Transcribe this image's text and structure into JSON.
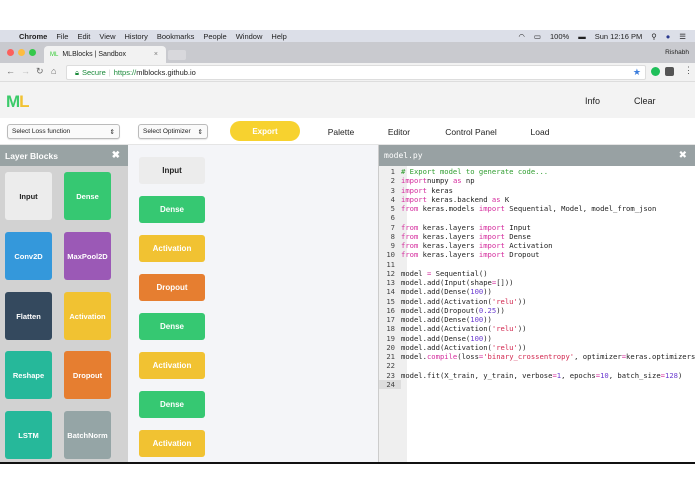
{
  "os_menubar": {
    "app": "Chrome",
    "items": [
      "File",
      "Edit",
      "View",
      "History",
      "Bookmarks",
      "People",
      "Window",
      "Help"
    ],
    "battery": "100%",
    "clock": "Sun 12:16 PM"
  },
  "browser": {
    "tab_title": "MLBlocks | Sandbox",
    "profile": "Rishabh",
    "secure_label": "Secure",
    "url_scheme": "https://",
    "url_host": "mlblocks.github.io"
  },
  "app": {
    "logo": "ML",
    "nav": {
      "info": "Info",
      "clear": "Clear"
    }
  },
  "toolbar": {
    "loss_select": "Select Loss function",
    "optimizer_select": "Select Optimizer",
    "export": "Export",
    "tabs": [
      "Palette",
      "Editor",
      "Control Panel",
      "Load"
    ]
  },
  "layer_blocks": {
    "title": "Layer Blocks",
    "items": [
      {
        "label": "Input",
        "color": "#ececec",
        "text": "#222"
      },
      {
        "label": "Dense",
        "color": "#36c872",
        "text": "#fff"
      },
      {
        "label": "Conv2D",
        "color": "#3498db",
        "text": "#fff"
      },
      {
        "label": "MaxPool2D",
        "color": "#9b59b6",
        "text": "#fff"
      },
      {
        "label": "Flatten",
        "color": "#34495e",
        "text": "#fff"
      },
      {
        "label": "Activation",
        "color": "#f1c232",
        "text": "#fff"
      },
      {
        "label": "Reshape",
        "color": "#26b89a",
        "text": "#fff"
      },
      {
        "label": "Dropout",
        "color": "#e67e30",
        "text": "#fff"
      },
      {
        "label": "LSTM",
        "color": "#26b89a",
        "text": "#fff"
      },
      {
        "label": "BatchNorm",
        "color": "#95a5a6",
        "text": "#fff"
      }
    ]
  },
  "model_stack": [
    {
      "label": "Input",
      "color": "#ececec",
      "text": "#222"
    },
    {
      "label": "Dense",
      "color": "#36c872",
      "text": "#fff"
    },
    {
      "label": "Activation",
      "color": "#f1c232",
      "text": "#fff"
    },
    {
      "label": "Dropout",
      "color": "#e67e30",
      "text": "#fff"
    },
    {
      "label": "Dense",
      "color": "#36c872",
      "text": "#fff"
    },
    {
      "label": "Activation",
      "color": "#f1c232",
      "text": "#fff"
    },
    {
      "label": "Dense",
      "color": "#36c872",
      "text": "#fff"
    },
    {
      "label": "Activation",
      "color": "#f1c232",
      "text": "#fff"
    }
  ],
  "code_panel": {
    "filename": "model.py",
    "lines": [
      [
        [
          "cm",
          "# Export model to generate code..."
        ]
      ],
      [
        [
          "kw",
          "import"
        ],
        [
          "",
          "numpy "
        ],
        [
          "kw",
          "as"
        ],
        [
          "",
          " np"
        ]
      ],
      [
        [
          "kw",
          "import"
        ],
        [
          "",
          " keras"
        ]
      ],
      [
        [
          "kw",
          "import"
        ],
        [
          "",
          " keras.backend "
        ],
        [
          "kw",
          "as"
        ],
        [
          "",
          " K"
        ]
      ],
      [
        [
          "kw",
          "from"
        ],
        [
          "",
          " keras.models "
        ],
        [
          "kw",
          "import"
        ],
        [
          "",
          " Sequential, Model, model_from_json"
        ]
      ],
      [],
      [
        [
          "kw",
          "from"
        ],
        [
          "",
          " keras.layers "
        ],
        [
          "kw",
          "import"
        ],
        [
          "",
          " Input"
        ]
      ],
      [
        [
          "kw",
          "from"
        ],
        [
          "",
          " keras.layers "
        ],
        [
          "kw",
          "import"
        ],
        [
          "",
          " Dense"
        ]
      ],
      [
        [
          "kw",
          "from"
        ],
        [
          "",
          " keras.layers "
        ],
        [
          "kw",
          "import"
        ],
        [
          "",
          " Activation"
        ]
      ],
      [
        [
          "kw",
          "from"
        ],
        [
          "",
          " keras.layers "
        ],
        [
          "kw",
          "import"
        ],
        [
          "",
          " Dropout"
        ]
      ],
      [],
      [
        [
          "",
          "model "
        ],
        [
          "op",
          "="
        ],
        [
          "",
          " Sequential()"
        ]
      ],
      [
        [
          "",
          "model.add(Input(shape"
        ],
        [
          "op",
          "="
        ],
        [
          "",
          "[]))"
        ]
      ],
      [
        [
          "",
          "model.add(Dense("
        ],
        [
          "num",
          "100"
        ],
        [
          "",
          "))"
        ]
      ],
      [
        [
          "",
          "model.add(Activation("
        ],
        [
          "str",
          "'relu'"
        ],
        [
          "",
          "))"
        ]
      ],
      [
        [
          "",
          "model.add(Dropout("
        ],
        [
          "num",
          "0.25"
        ],
        [
          "",
          "))"
        ]
      ],
      [
        [
          "",
          "model.add(Dense("
        ],
        [
          "num",
          "100"
        ],
        [
          "",
          "))"
        ]
      ],
      [
        [
          "",
          "model.add(Activation("
        ],
        [
          "str",
          "'relu'"
        ],
        [
          "",
          "))"
        ]
      ],
      [
        [
          "",
          "model.add(Dense("
        ],
        [
          "num",
          "100"
        ],
        [
          "",
          "))"
        ]
      ],
      [
        [
          "",
          "model.add(Activation("
        ],
        [
          "str",
          "'relu'"
        ],
        [
          "",
          "))"
        ]
      ],
      [
        [
          "",
          "model."
        ],
        [
          "kw",
          "compile"
        ],
        [
          "",
          "(loss"
        ],
        [
          "op",
          "="
        ],
        [
          "str",
          "'binary_crossentropy'"
        ],
        [
          "",
          ", optimizer"
        ],
        [
          "op",
          "="
        ],
        [
          "",
          "keras.optimizers"
        ]
      ],
      [],
      [
        [
          "",
          "model.fit(X_train, y_train, verbose"
        ],
        [
          "op",
          "="
        ],
        [
          "num",
          "1"
        ],
        [
          "",
          ", epochs"
        ],
        [
          "op",
          "="
        ],
        [
          "num",
          "10"
        ],
        [
          "",
          ", batch_size"
        ],
        [
          "op",
          "="
        ],
        [
          "num",
          "128"
        ],
        [
          "",
          ")"
        ]
      ],
      []
    ]
  }
}
